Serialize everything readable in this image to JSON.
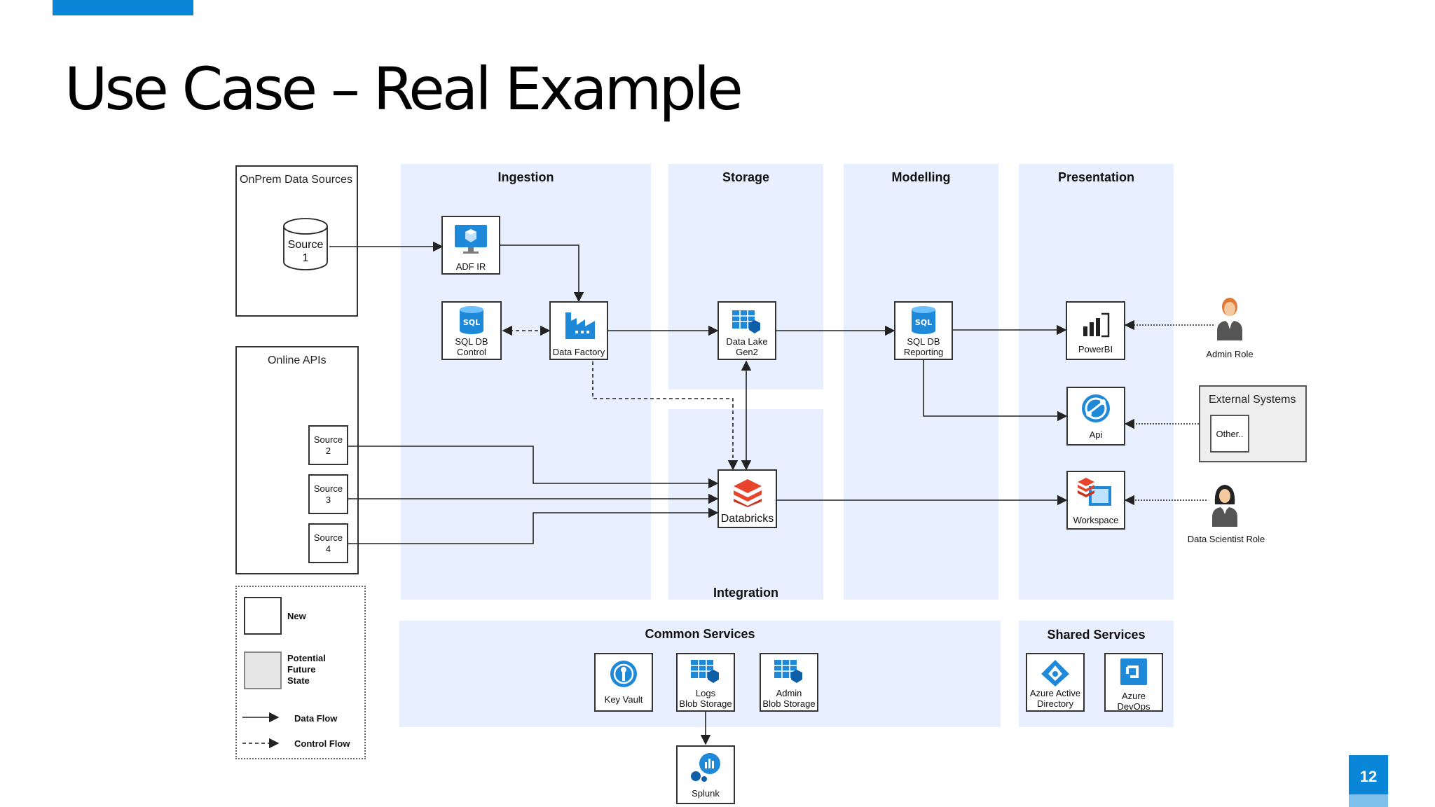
{
  "slide": {
    "title": "Use Case – Real Example",
    "page_number": "12"
  },
  "zones": {
    "ingestion": "Ingestion",
    "storage": "Storage",
    "modelling": "Modelling",
    "presentation": "Presentation",
    "integration": "Integration",
    "common_services": "Common Services",
    "shared_services": "Shared Services"
  },
  "sources": {
    "onprem_title": "OnPrem Data Sources",
    "online_title": "Online APIs",
    "source1": "Source\n1",
    "source2": "Source\n2",
    "source3": "Source\n3",
    "source4": "Source\n4"
  },
  "components": {
    "adf_ir": "ADF IR",
    "sql_db_control": "SQL DB\nControl",
    "data_factory": "Data Factory",
    "data_lake": "Data Lake\nGen2",
    "databricks": "Databricks",
    "sql_db_reporting": "SQL DB\nReporting",
    "powerbi": "PowerBI",
    "api": "Api",
    "workspace": "Workspace",
    "key_vault": "Key Vault",
    "logs_blob": "Logs\nBlob Storage",
    "admin_blob": "Admin\nBlob Storage",
    "splunk": "Splunk",
    "aad": "Azure Active\nDirectory",
    "devops": "Azure\nDevOps"
  },
  "external": {
    "title": "External Systems",
    "other": "Other.."
  },
  "roles": {
    "admin": "Admin Role",
    "data_scientist": "Data Scientist Role"
  },
  "legend": {
    "new": "New",
    "future": "Potential\nFuture\nState",
    "data_flow": "Data Flow",
    "control_flow": "Control Flow"
  },
  "colors": {
    "accent": "#0a86d8",
    "zone_fill": "#e8efff",
    "azure_blue": "#1e88d9",
    "databricks_red": "#e8432b"
  }
}
